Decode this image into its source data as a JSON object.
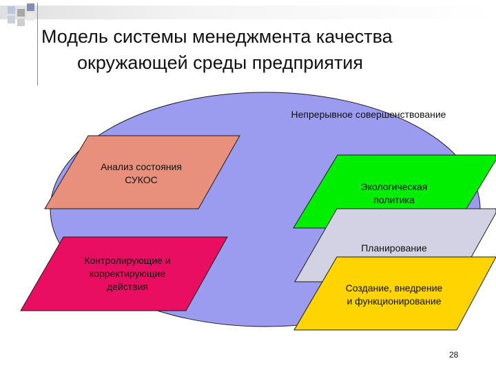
{
  "title": {
    "line1": "Модель системы менеджмента качества",
    "line2": "окружающей среды предприятия"
  },
  "ellipse_label": "Непрерывное совершенствование",
  "blocks": {
    "analysis": {
      "line1": "Анализ состояния",
      "line2": "СУКОС",
      "color": "#e8907c"
    },
    "control": {
      "line1": "Контролирующие и",
      "line2": "корректирующие",
      "line3": "действия",
      "color": "#ea0e62"
    },
    "policy": {
      "line1": "Экологическая",
      "line2": "политика",
      "color": "#00ee00"
    },
    "planning": {
      "line1": "Планирование",
      "color": "#d2d2e4"
    },
    "implementation": {
      "line1": "Создание, внедрение",
      "line2": "и функционирование",
      "color": "#ffd400"
    }
  },
  "ellipse_color": "#9b9cf0",
  "page_number": "28"
}
